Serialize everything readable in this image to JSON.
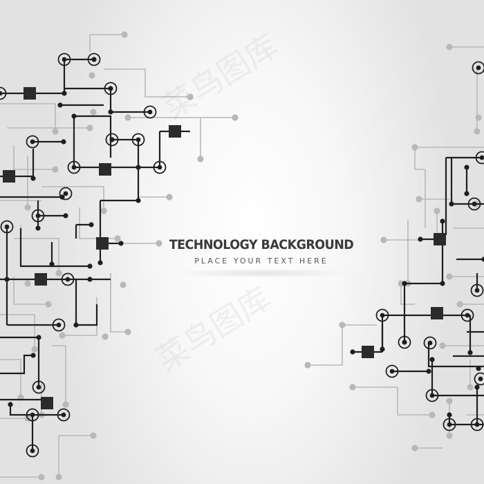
{
  "title": "TECHNOLOGY BACKGROUND",
  "subtitle": "PLACE YOUR TEXT HERE",
  "watermark": "菜鸟图库",
  "colors": {
    "dark_trace": "#1e1e1e",
    "light_trace": "#b8b8b8",
    "chip": "#2b2b2b",
    "title_text": "#3a3a3a",
    "subtitle_text": "#555555"
  }
}
